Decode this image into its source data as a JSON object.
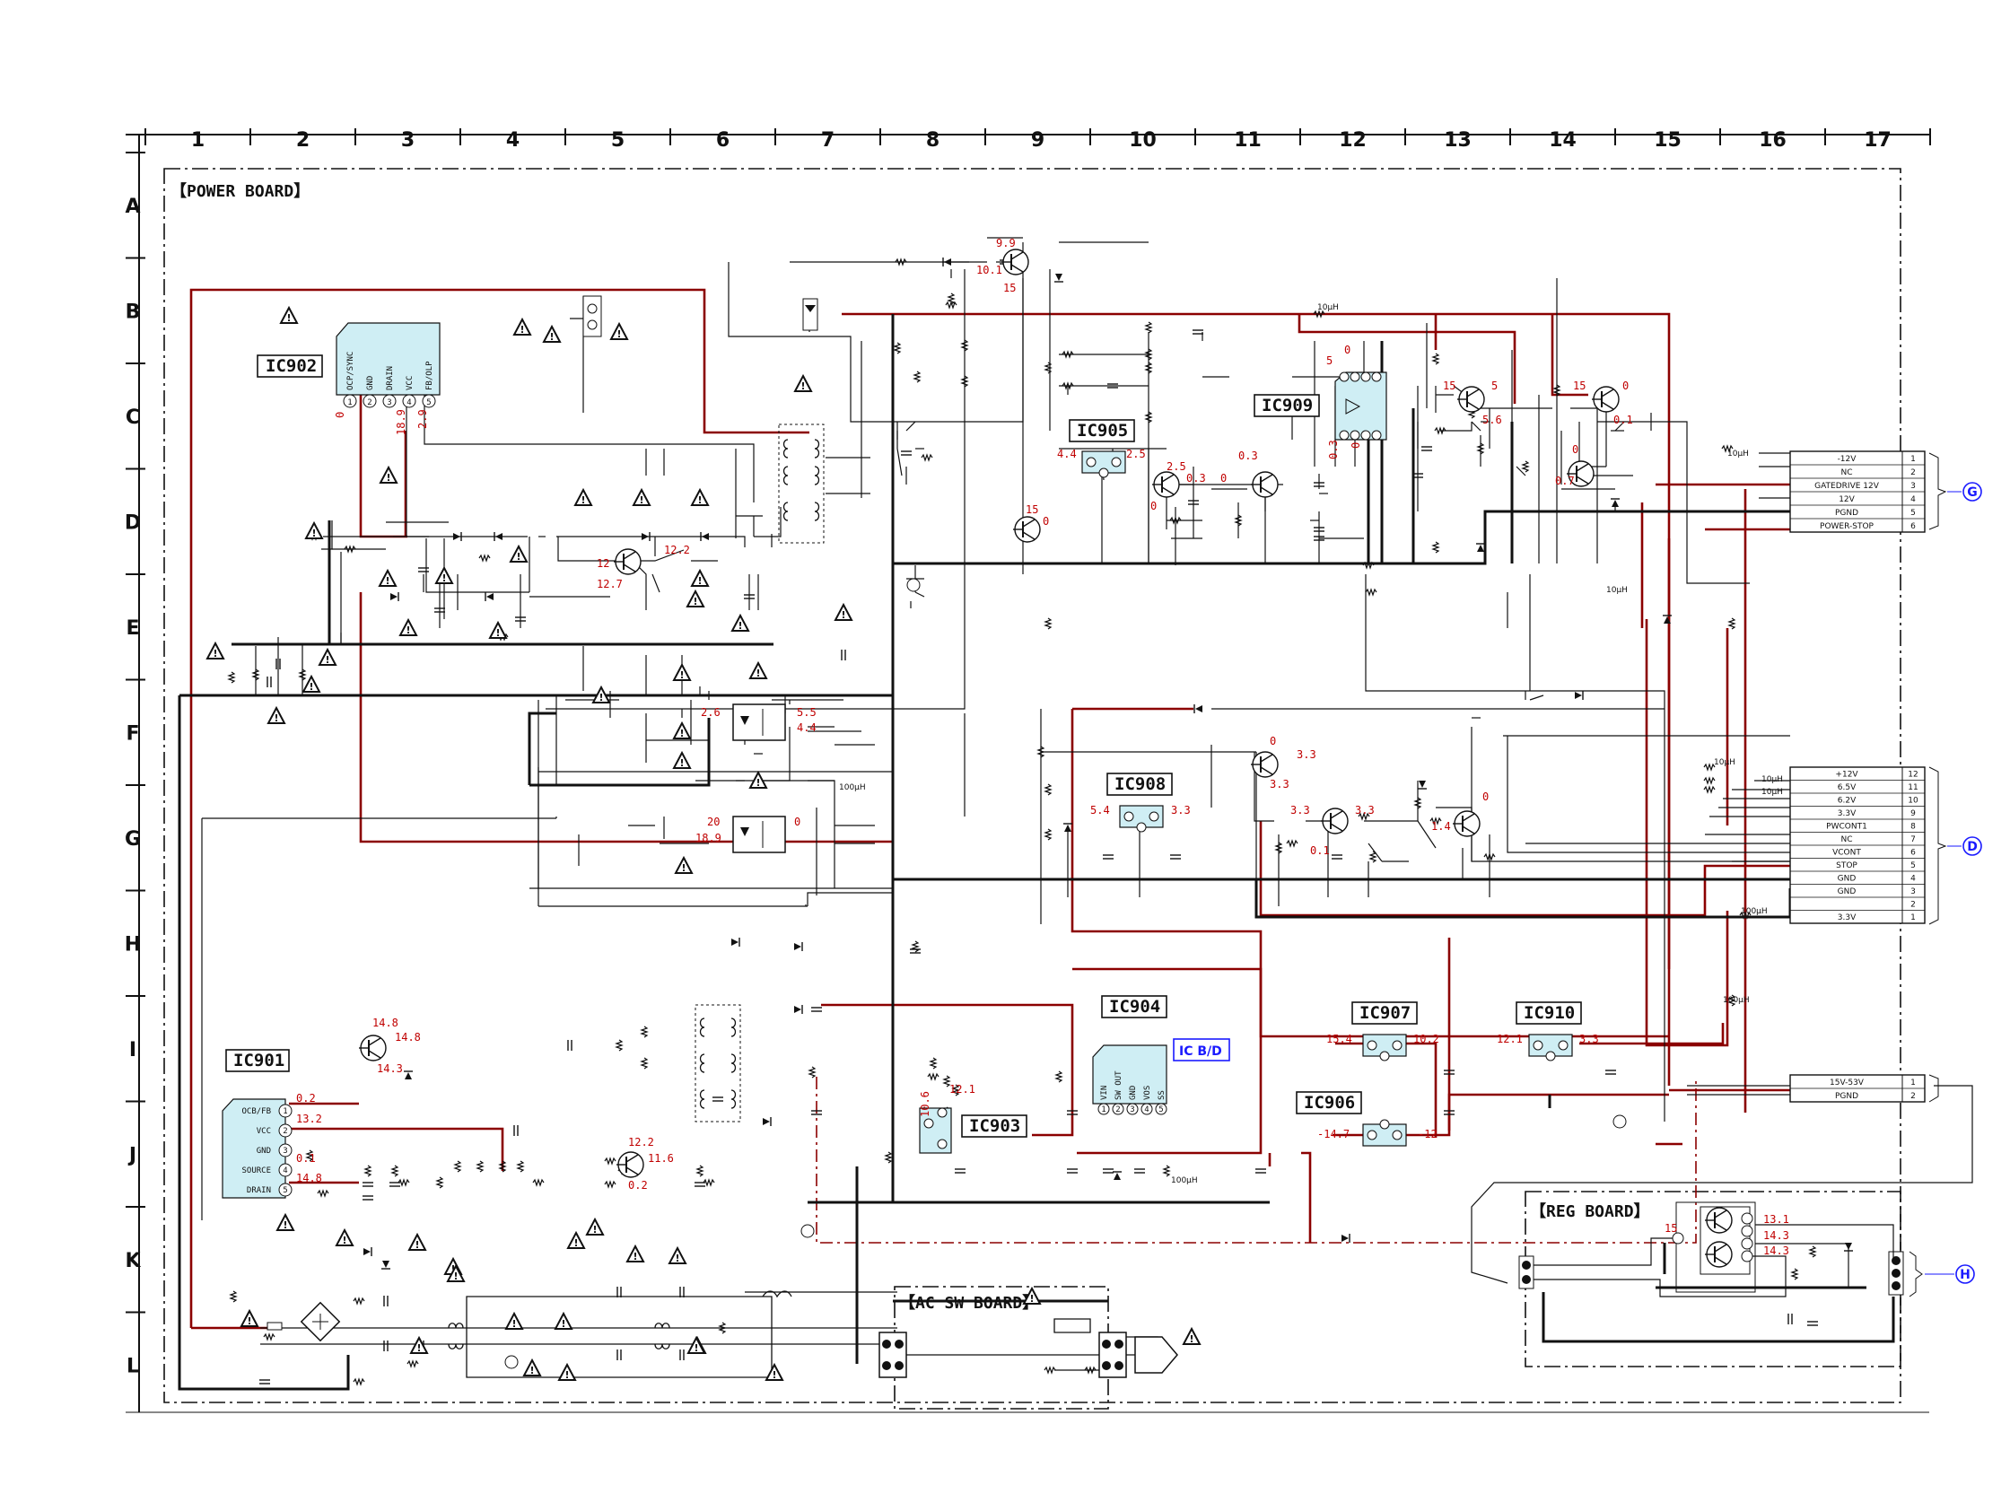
{
  "grid": {
    "columns": [
      "1",
      "2",
      "3",
      "4",
      "5",
      "6",
      "7",
      "8",
      "9",
      "10",
      "11",
      "12",
      "13",
      "14",
      "15",
      "16",
      "17"
    ],
    "rows": [
      "A",
      "B",
      "C",
      "D",
      "E",
      "F",
      "G",
      "H",
      "I",
      "J",
      "K",
      "L"
    ]
  },
  "boards": {
    "power": "【POWER BOARD】",
    "reg": "【REG BOARD】",
    "ac_sw": "【AC SW BOARD】"
  },
  "ics": {
    "ic902": {
      "label": "IC902",
      "pins": [
        "OCP/SYNC",
        "GND",
        "DRAIN",
        "VCC",
        "FB/OLP"
      ],
      "voltages": [
        "0",
        "18.9",
        "2.9"
      ]
    },
    "ic901": {
      "label": "IC901",
      "pins": [
        "OCB/FB",
        "VCC",
        "GND",
        "SOURCE",
        "DRAIN"
      ],
      "voltages": [
        "0.2",
        "13.2",
        "0.1",
        "14.8"
      ]
    },
    "ic905": {
      "label": "IC905",
      "voltages": [
        "4.4",
        "2.5"
      ]
    },
    "ic909": {
      "label": "IC909"
    },
    "ic908": {
      "label": "IC908",
      "voltages": [
        "5.4",
        "3.3"
      ]
    },
    "ic904": {
      "label": "IC904",
      "pins": [
        "VIN",
        "SW OUT",
        "GND",
        "VOS",
        "SS"
      ]
    },
    "ic903": {
      "label": "IC903",
      "voltages": [
        "10.6",
        "12.1"
      ]
    },
    "ic907": {
      "label": "IC907",
      "voltages": [
        "15.4",
        "10.2"
      ]
    },
    "ic910": {
      "label": "IC910",
      "voltages": [
        "12.1",
        "3.3"
      ]
    },
    "ic906": {
      "label": "IC906",
      "voltages": [
        "-14.7",
        "-12"
      ]
    }
  },
  "ic_bd_tag": "IC B/D",
  "inductors": {
    "l1": "10µH",
    "l2": "10µH",
    "l3": "10µH",
    "l4": "100µH",
    "l5": "10µH",
    "l6": "10µH",
    "l7": "10µH",
    "l8": "100µH",
    "l9": "100µH",
    "l10": "100µH"
  },
  "connectors": {
    "g": {
      "tag": "G",
      "pins": [
        {
          "name": "-12V",
          "num": "1"
        },
        {
          "name": "NC",
          "num": "2"
        },
        {
          "name": "GATEDRIVE 12V",
          "num": "3"
        },
        {
          "name": "12V",
          "num": "4"
        },
        {
          "name": "PGND",
          "num": "5"
        },
        {
          "name": "POWER-STOP",
          "num": "6"
        }
      ]
    },
    "d": {
      "tag": "D",
      "pins": [
        {
          "name": "+12V",
          "num": "12"
        },
        {
          "name": "6.5V",
          "num": "11"
        },
        {
          "name": "6.2V",
          "num": "10"
        },
        {
          "name": "3.3V",
          "num": "9"
        },
        {
          "name": "PWCONT1",
          "num": "8"
        },
        {
          "name": "NC",
          "num": "7"
        },
        {
          "name": "VCONT",
          "num": "6"
        },
        {
          "name": "STOP",
          "num": "5"
        },
        {
          "name": "GND",
          "num": "4"
        },
        {
          "name": "GND",
          "num": "3"
        },
        {
          "name": "",
          "num": "2"
        },
        {
          "name": "3.3V",
          "num": "1"
        }
      ]
    },
    "p": {
      "pins": [
        {
          "name": "15V-53V",
          "num": "1"
        },
        {
          "name": "PGND",
          "num": "2"
        }
      ]
    },
    "h": {
      "tag": "H"
    }
  },
  "voltages": {
    "q_a": [
      "9.9",
      "10.1",
      "15"
    ],
    "q_d": [
      "12",
      "12.2",
      "12.7"
    ],
    "q_9": [
      "15",
      "0"
    ],
    "q_10": [
      "2.5",
      "0.3",
      "0"
    ],
    "q_11": [
      "0.3",
      "0"
    ],
    "ic909": [
      "5",
      "0",
      "0.3",
      "0"
    ],
    "q_13": [
      "15",
      "5",
      "5.6"
    ],
    "q_14": [
      "15",
      "0",
      "0.1",
      "0",
      "0.7"
    ],
    "pc_f": [
      "2.6",
      "5.5",
      "4.4"
    ],
    "pc_g": [
      "20",
      "0",
      "18.9"
    ],
    "q_f11": [
      "0",
      "3.3",
      "3.3"
    ],
    "q_g12": [
      "3.3",
      "3.3",
      "0.1"
    ],
    "q_g14": [
      "0",
      "1.4"
    ],
    "q_i3": [
      "14.8",
      "14.8",
      "14.3"
    ],
    "q_j5": [
      "12.2",
      "11.6",
      "0.2"
    ],
    "reg": [
      "15",
      "13.1",
      "14.3",
      "14.3"
    ]
  }
}
